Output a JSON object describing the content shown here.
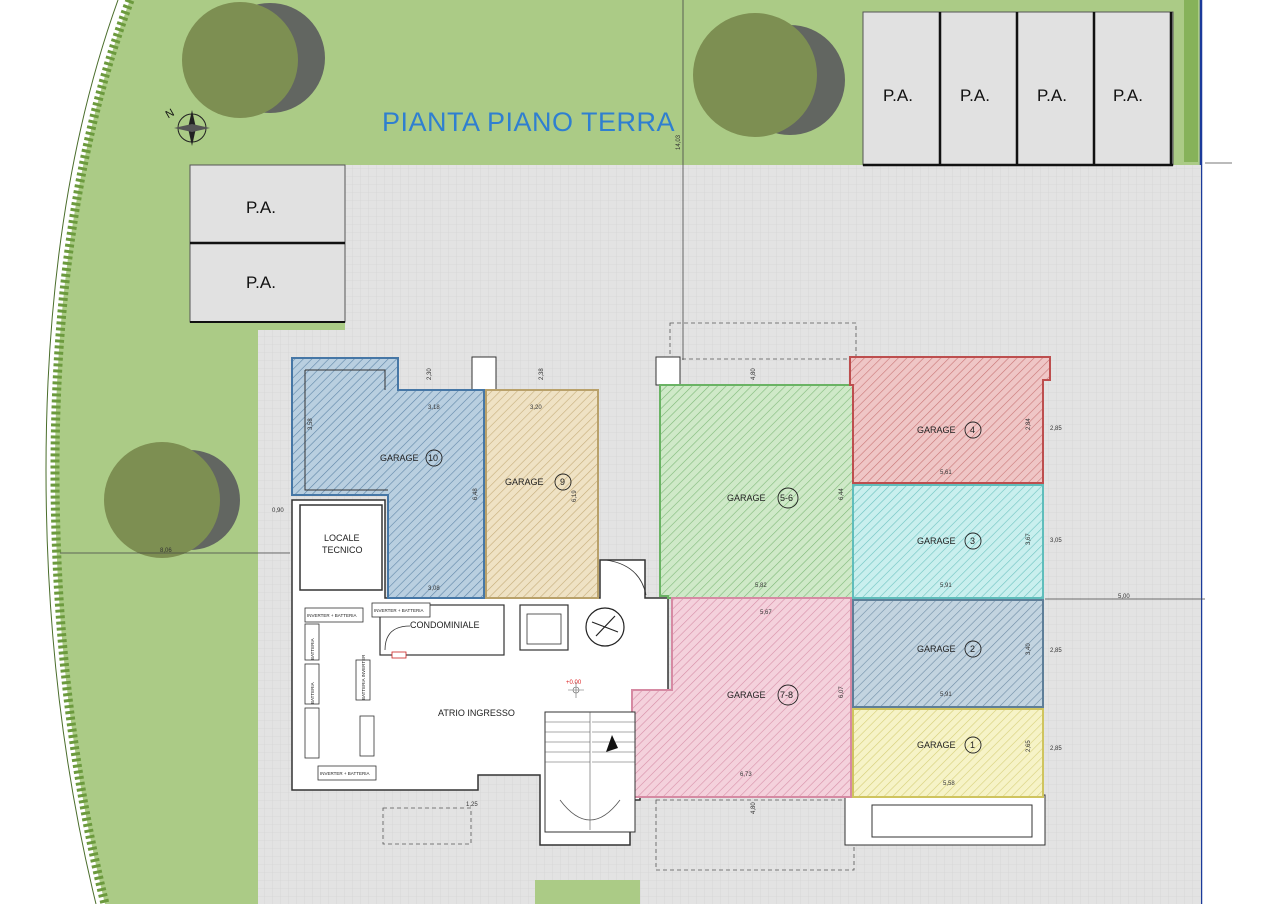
{
  "title": "PIANTA PIANO TERRA",
  "parking": [
    "P.A.",
    "P.A.",
    "P.A.",
    "P.A.",
    "P.A.",
    "P.A."
  ],
  "rooms": {
    "locale_tecnico": "LOCALE\nTECNICO",
    "condominiale": "CONDOMINIALE",
    "atrio": "ATRIO INGRESSO"
  },
  "garages": [
    {
      "label": "GARAGE",
      "num": "10"
    },
    {
      "label": "GARAGE",
      "num": "9"
    },
    {
      "label": "GARAGE",
      "num": "5-6"
    },
    {
      "label": "GARAGE",
      "num": "4"
    },
    {
      "label": "GARAGE",
      "num": "3"
    },
    {
      "label": "GARAGE",
      "num": "2"
    },
    {
      "label": "GARAGE",
      "num": "1"
    },
    {
      "label": "GARAGE",
      "num": "7-8"
    }
  ],
  "dimensions": {
    "d_1403": "14,03",
    "d_806": "8,06",
    "d_500": "5,00",
    "d_318": "3,18",
    "d_320": "3,20",
    "d_582": "5,82",
    "d_567": "5,67",
    "d_561": "5,61",
    "d_591a": "5,91",
    "d_591b": "5,91",
    "d_558": "5,58",
    "d_673": "6,73",
    "d_308": "3,08",
    "d_358": "3,58",
    "d_648": "6,48",
    "d_619": "6,19",
    "d_644": "6,44",
    "d_607": "6,07",
    "d_284": "2,84",
    "d_367": "3,67",
    "d_340": "3,40",
    "d_265": "2,65",
    "d_zero": "+0.00",
    "d_230": "2,30",
    "d_238": "2,38",
    "d_480a": "4,80",
    "d_480b": "4,80",
    "d_285": "2,85",
    "d_305": "3,05",
    "d_125": "1,25",
    "d_090": "0,90"
  },
  "equipment": [
    "INVERTER + BATTERIA",
    "INVERTER + BATTERIA",
    "BATTERIA",
    "BATTERIA",
    "BATTERIA INVERTER",
    "INVERTER + BATTERIA"
  ]
}
